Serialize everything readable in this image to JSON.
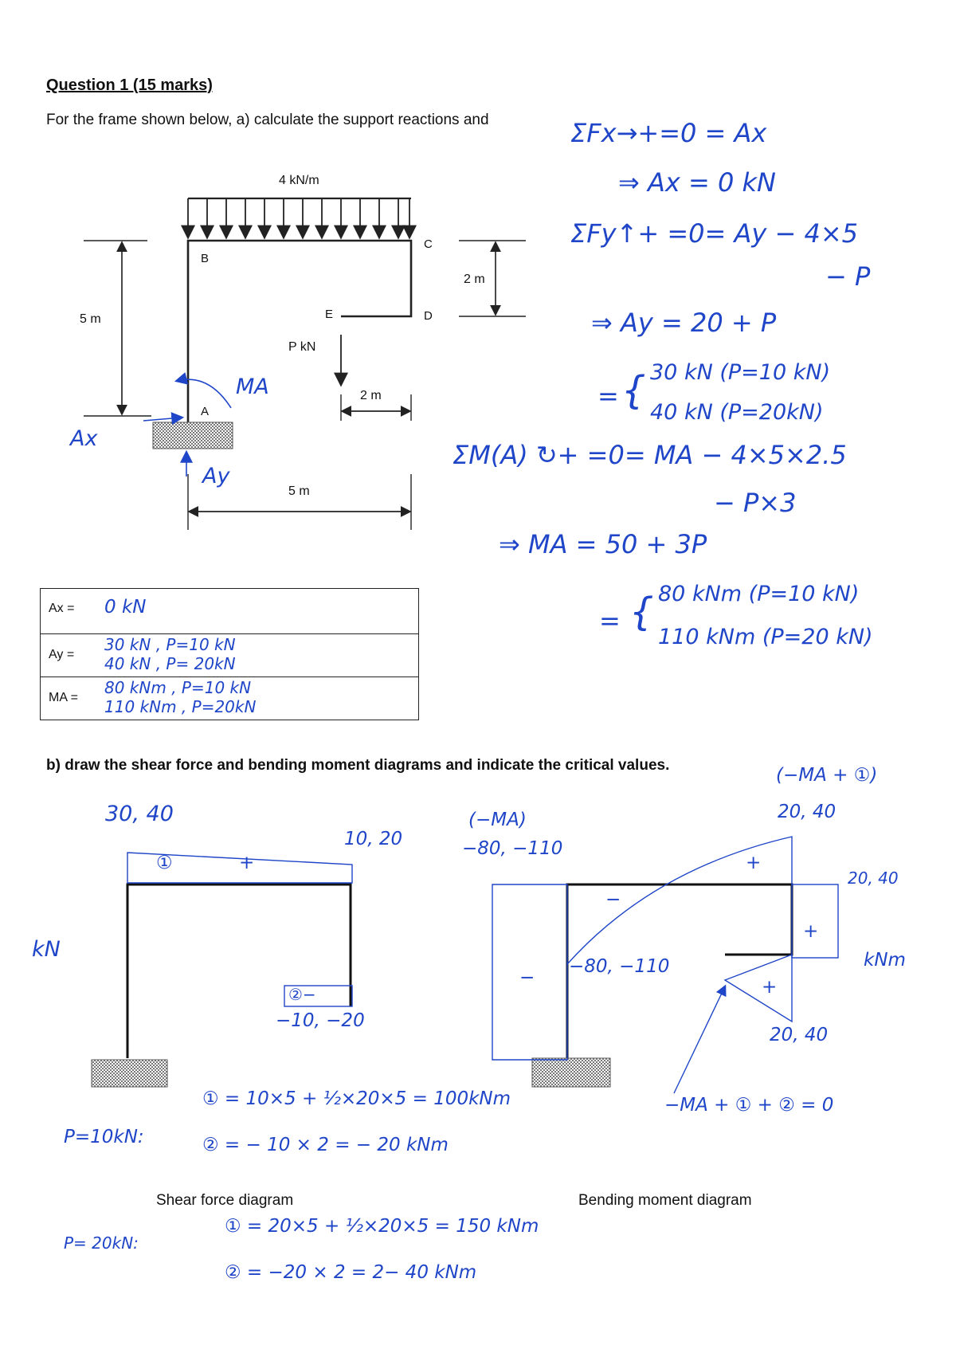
{
  "question": {
    "title": "Question 1 (15 marks)",
    "part_a": "For the frame shown below, a) calculate the support reactions and",
    "part_b": "b) draw the shear force and bending moment diagrams and indicate the critical values."
  },
  "frame_labels": {
    "load": "4 kN/m",
    "point_load": "P kN",
    "B": "B",
    "C": "C",
    "D": "D",
    "E": "E",
    "A": "A",
    "dim_5m_left": "5 m",
    "dim_2m_right": "2 m",
    "dim_2m_bottom": "2 m",
    "dim_5m_bottom": "5 m"
  },
  "frame_handwriting": {
    "ma": "MA",
    "ax": "Ax",
    "ay": "Ay"
  },
  "answers_table": {
    "ax_label": "Ax =",
    "ay_label": "Ay =",
    "ma_label": "MA =",
    "ax_value": "0 kN",
    "ay_line1": "30 kN , P=10 kN",
    "ay_line2": "40 kN , P= 20kN",
    "ma_line1": "80 kNm , P=10 kN",
    "ma_line2": "110 kNm , P=20kN"
  },
  "calculations": {
    "l1": "ΣFx→+=0 = Ax",
    "l2": "⇒ Ax = 0 kN",
    "l3": "ΣFy↑+ =0= Ay − 4×5",
    "l4": "− P",
    "l5": "⇒ Ay = 20 + P",
    "l6": "30 kN  (P=10 kN)",
    "l7": "40 kN  (P=20kN)",
    "l8": "ΣM(A) ↻+ =0= MA − 4×5×2.5",
    "l9": "− P×3",
    "l10": "⇒ MA = 50 + 3P",
    "l11": "80 kNm (P=10 kN)",
    "l12": "110 kNm (P=20 kN)"
  },
  "shear_diagram": {
    "caption": "Shear force diagram",
    "unit": "kN",
    "left_value": "30, 40",
    "right_value": "10, 20",
    "plus": "+",
    "region1": "①",
    "region2": "②−",
    "bottom_value": "−10, −20"
  },
  "moment_diagram": {
    "caption": "Bending moment diagram",
    "unit": "kNm",
    "ma_top": "(−MA)",
    "ma_value": "−80, −110",
    "mid_value": "−80, −110",
    "top_right_formula": "(−MA + ①)",
    "top_right_value": "20, 40",
    "right_value": "20, 40",
    "bottom_value": "20, 40",
    "minus": "−",
    "plus": "+",
    "equation": "−MA + ① + ② = 0"
  },
  "notes": {
    "p10_label": "P=10kN:",
    "p10_1": "① = 10×5 + ½×20×5 = 100kNm",
    "p10_2": "② = − 10 × 2 = − 20 kNm",
    "p20_label": "P= 20kN:",
    "p20_1": "① = 20×5 + ½×20×5 = 150 kNm",
    "p20_2": "② = −20 × 2 = 2− 40 kNm"
  }
}
